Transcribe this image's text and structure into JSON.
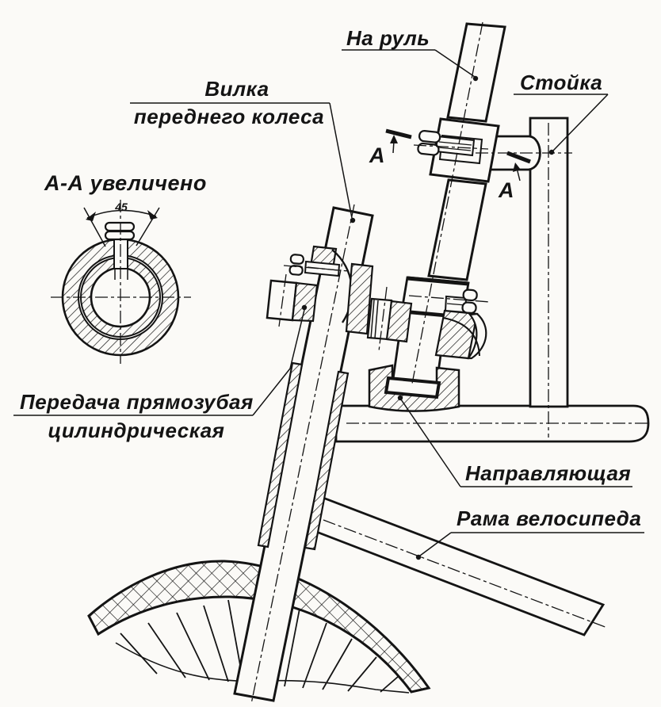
{
  "page": {
    "background": "#fbfaf7",
    "ink": "#141414"
  },
  "drawing_title": "Bicycle steering linkage assembly drawing",
  "labels": {
    "to_handlebar": "На руль",
    "strut": "Стойка",
    "fork_line1": "Вилка",
    "fork_line2": "переднего колеса",
    "section_view_title": "А-А увеличено",
    "angle_value": "45",
    "gear_line1": "Передача прямозубая",
    "gear_line2": "цилиндрическая",
    "guide": "Направляющая",
    "frame": "Рама велосипеда",
    "section_marker": "А"
  }
}
